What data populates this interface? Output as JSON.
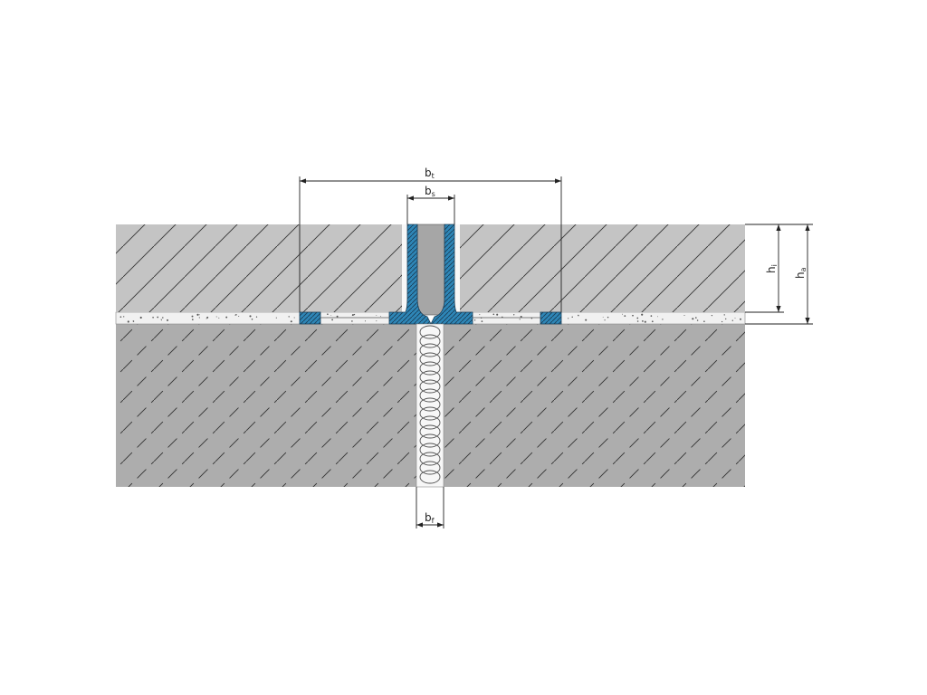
{
  "diagram": {
    "type": "expansion-joint-cross-section",
    "colors": {
      "background": "#ffffff",
      "tile_layer": "#c4c4c4",
      "concrete_base": "#adadad",
      "mortar_bed": "#f1f1f1",
      "profile": "#2e86b7",
      "profile_hatch": "#1a3e57",
      "joint_insert": "#a6a6a6",
      "hatch_lines": "#333333",
      "dimension_lines": "#222222",
      "filler_cord": "#555555"
    },
    "labels": {
      "bt": {
        "main": "b",
        "sub": "t"
      },
      "bs": {
        "main": "b",
        "sub": "s"
      },
      "bf": {
        "main": "b",
        "sub": "f"
      },
      "hi": {
        "main": "h",
        "sub": "i"
      },
      "ha": {
        "main": "h",
        "sub": "a"
      }
    }
  }
}
